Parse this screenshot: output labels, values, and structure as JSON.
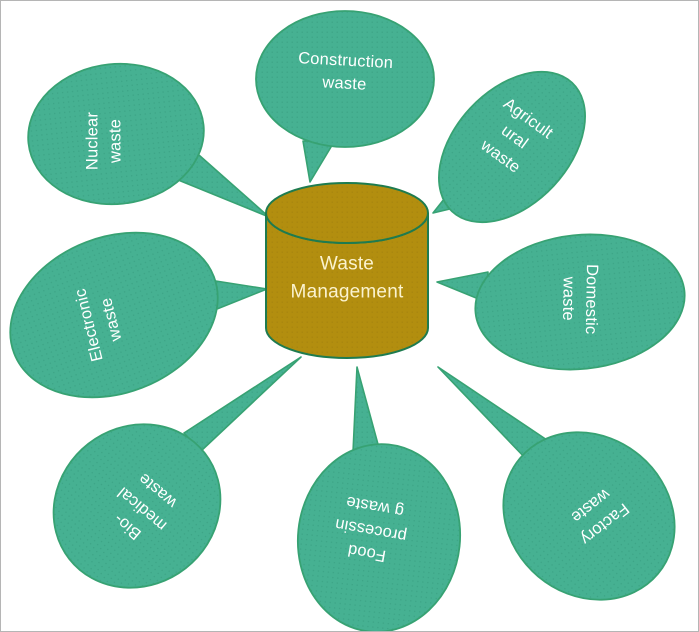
{
  "diagram": {
    "title": "Waste Management",
    "center": {
      "shape": "cylinder",
      "label": "Waste\nManagement"
    },
    "bubbles": [
      {
        "name": "nuclear-waste",
        "label": "Nuclear\nwaste"
      },
      {
        "name": "construction-waste",
        "label": "Construction\nwaste"
      },
      {
        "name": "agricultural-waste",
        "label": "Agricult\nural\nwaste"
      },
      {
        "name": "domestic-waste",
        "label": "Domestic\nwaste"
      },
      {
        "name": "factory-waste",
        "label": "Factory\nwaste"
      },
      {
        "name": "food-processing-waste",
        "label": "Food\nprocessin\ng waste"
      },
      {
        "name": "bio-medical-waste",
        "label": "Bio-\nmedical\nwaste"
      },
      {
        "name": "electronic-waste",
        "label": "Electronic\nwaste"
      }
    ],
    "colors": {
      "bubble_fill": "#46B192",
      "bubble_dot": "#3CA385",
      "bubble_stroke": "#37A273",
      "bubble_text": "#FFFFFF",
      "cylinder_fill": "#B28E0F",
      "cylinder_dot": "#A5840E",
      "cylinder_stroke": "#1E7B4F",
      "cylinder_text": "#FBF3CF"
    }
  }
}
